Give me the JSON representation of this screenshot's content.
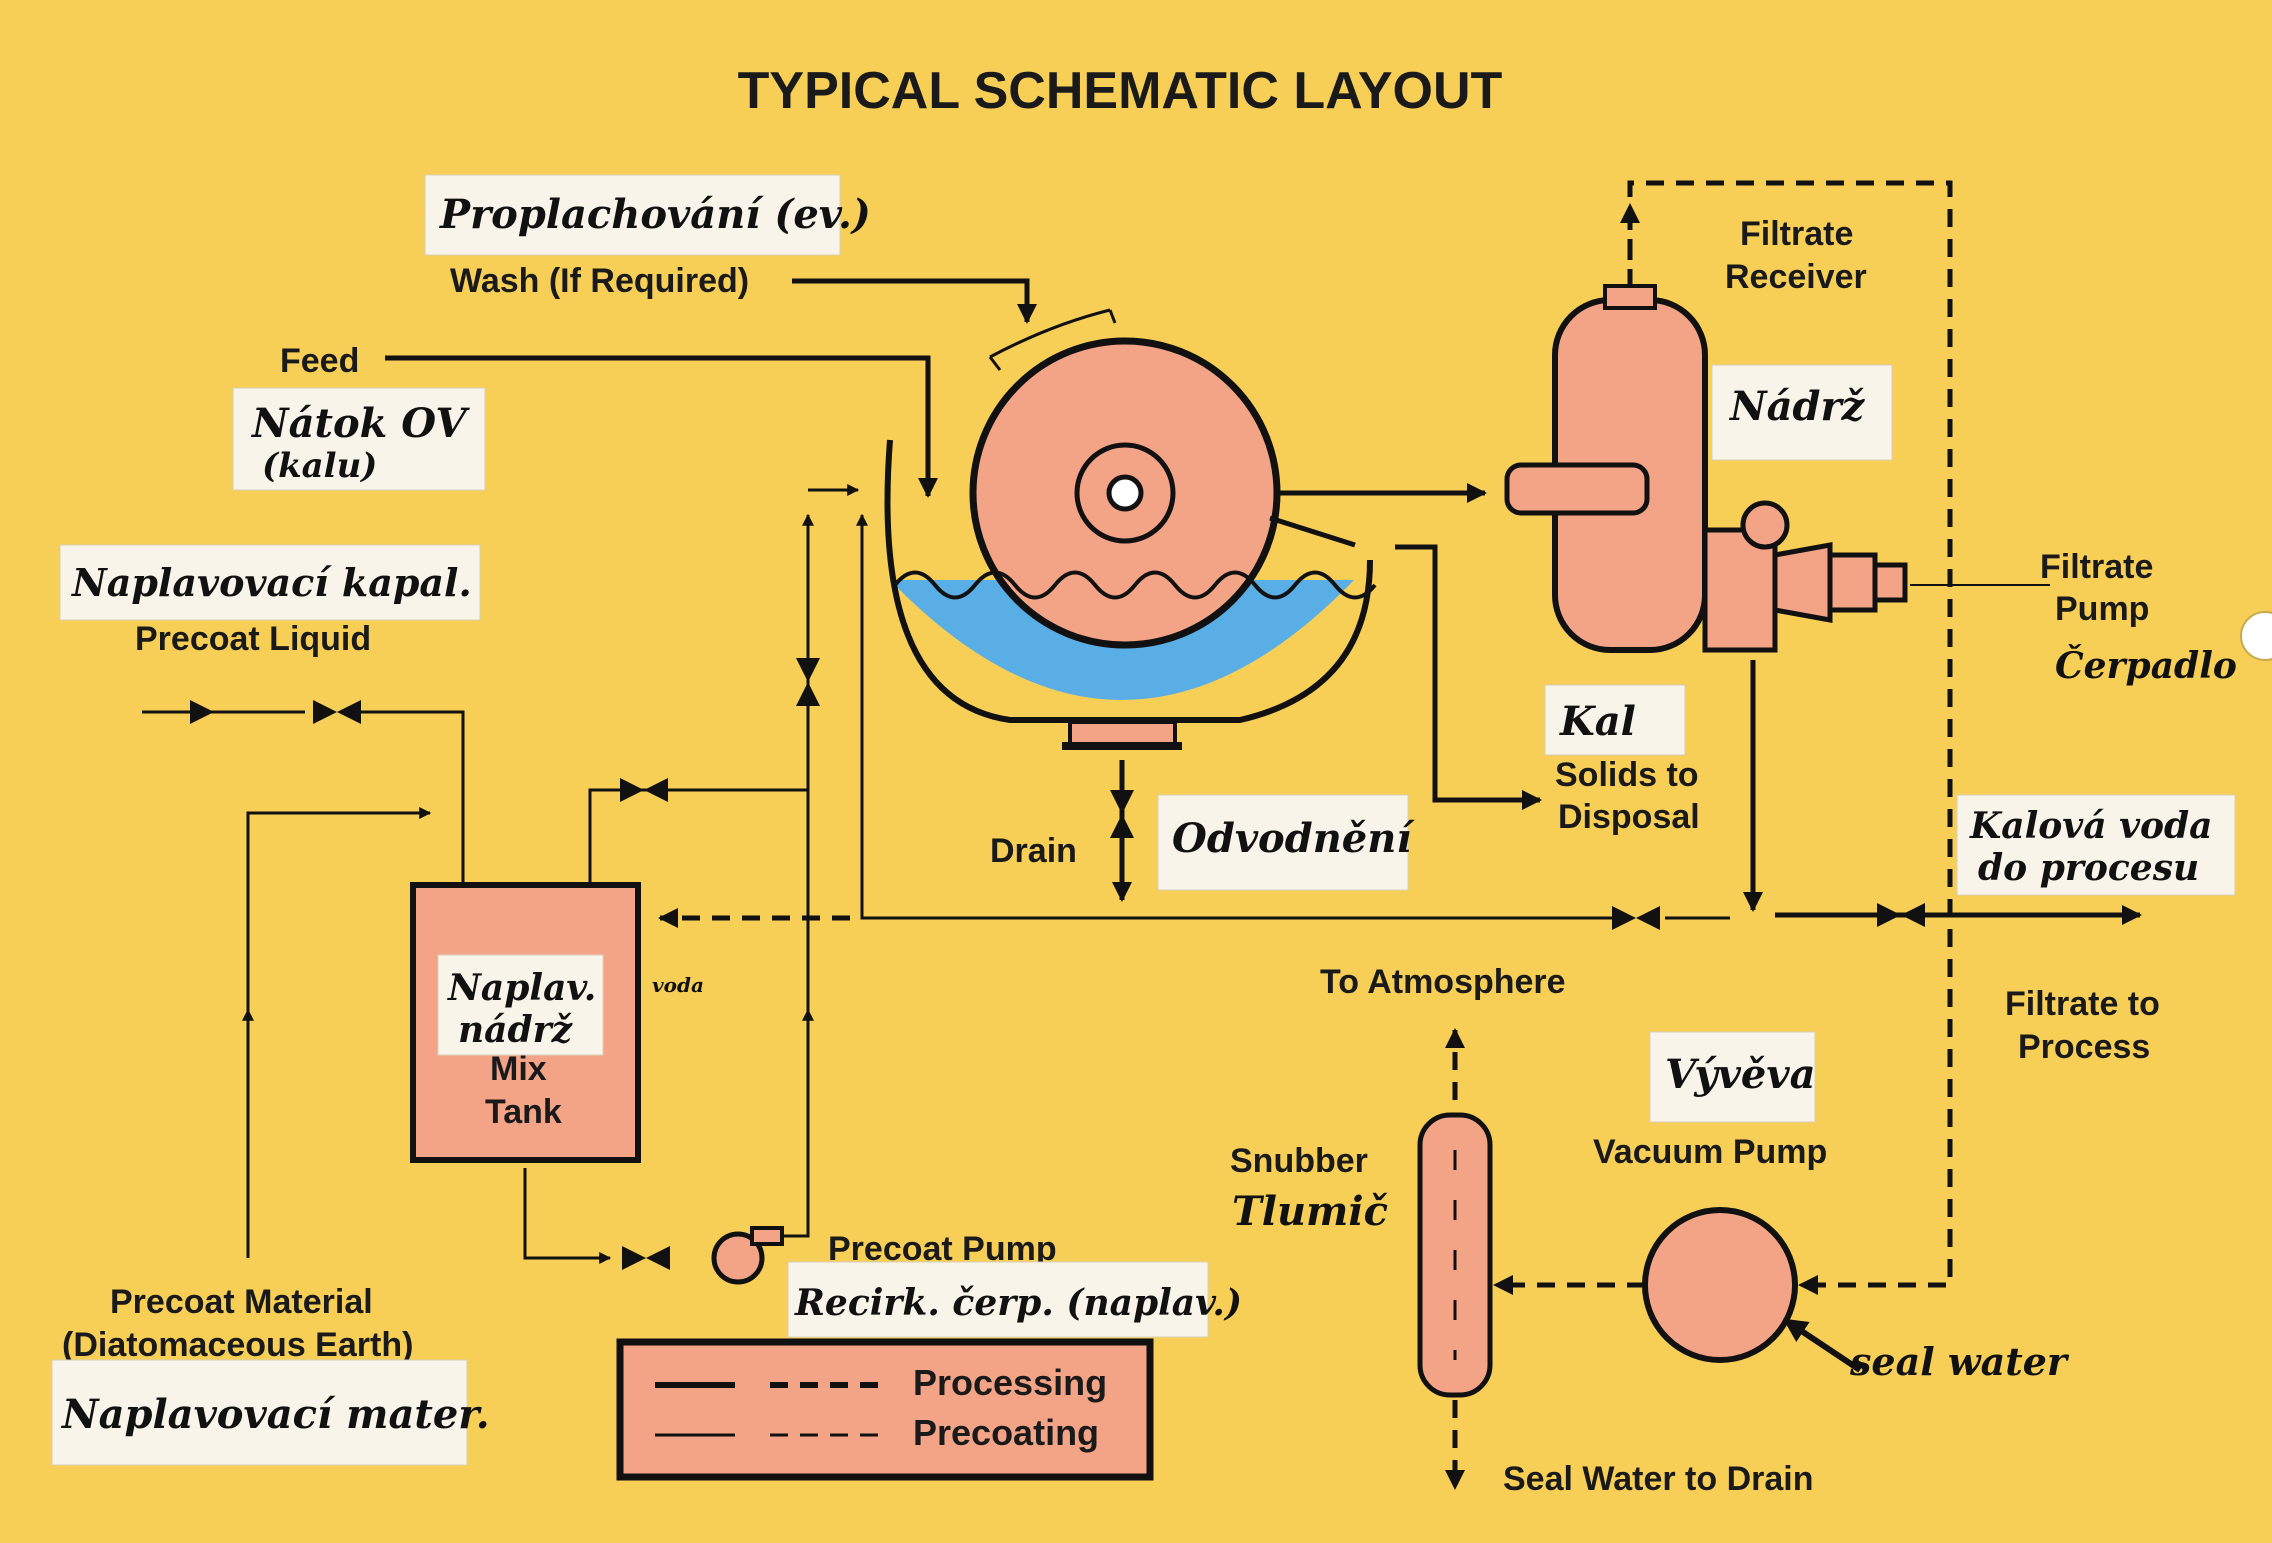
{
  "title": "TYPICAL SCHEMATIC LAYOUT",
  "labels": {
    "wash": "Wash (If Required)",
    "feed": "Feed",
    "precoat_liquid": "Precoat Liquid",
    "filtrate_receiver_1": "Filtrate",
    "filtrate_receiver_2": "Receiver",
    "filtrate_pump_1": "Filtrate",
    "filtrate_pump_2": "Pump",
    "solids_1": "Solids to",
    "solids_2": "Disposal",
    "drain": "Drain",
    "to_atmosphere": "To Atmosphere",
    "filtrate_process_1": "Filtrate to",
    "filtrate_process_2": "Process",
    "snubber": "Snubber",
    "vacuum_pump": "Vacuum Pump",
    "mix_tank_1": "Mix",
    "mix_tank_2": "Tank",
    "precoat_pump": "Precoat Pump",
    "precoat_material_1": "Precoat Material",
    "precoat_material_2": "(Diatomaceous Earth)",
    "seal_water_drain": "Seal Water to Drain"
  },
  "notes": {
    "wash": "Proplachování (ev.)",
    "feed_1": "Nátok OV",
    "feed_2": "(kalu)",
    "precoat_liquid": "Naplavovací kapal.",
    "receiver": "Nádrž",
    "pump": "Čerpadlo",
    "solids": "Kal",
    "drain": "Odvodnění",
    "process_1": "Kalová voda",
    "process_2": "do procesu",
    "tank_1": "Naplav.",
    "tank_2": "nádrž",
    "tank_side": "voda",
    "vacuum": "Vývěva",
    "snubber": "Tlumič",
    "precoat_pump": "Recirk. čerp. (naplav.)",
    "seal_water": "seal water",
    "material": "Naplavovací mater."
  },
  "legend": {
    "processing": "Processing",
    "precoating": "Precoating"
  },
  "colors": {
    "background": "#f7cf57",
    "equipment": "#f3a487",
    "liquid": "#5aaee6",
    "line": "#111111"
  }
}
